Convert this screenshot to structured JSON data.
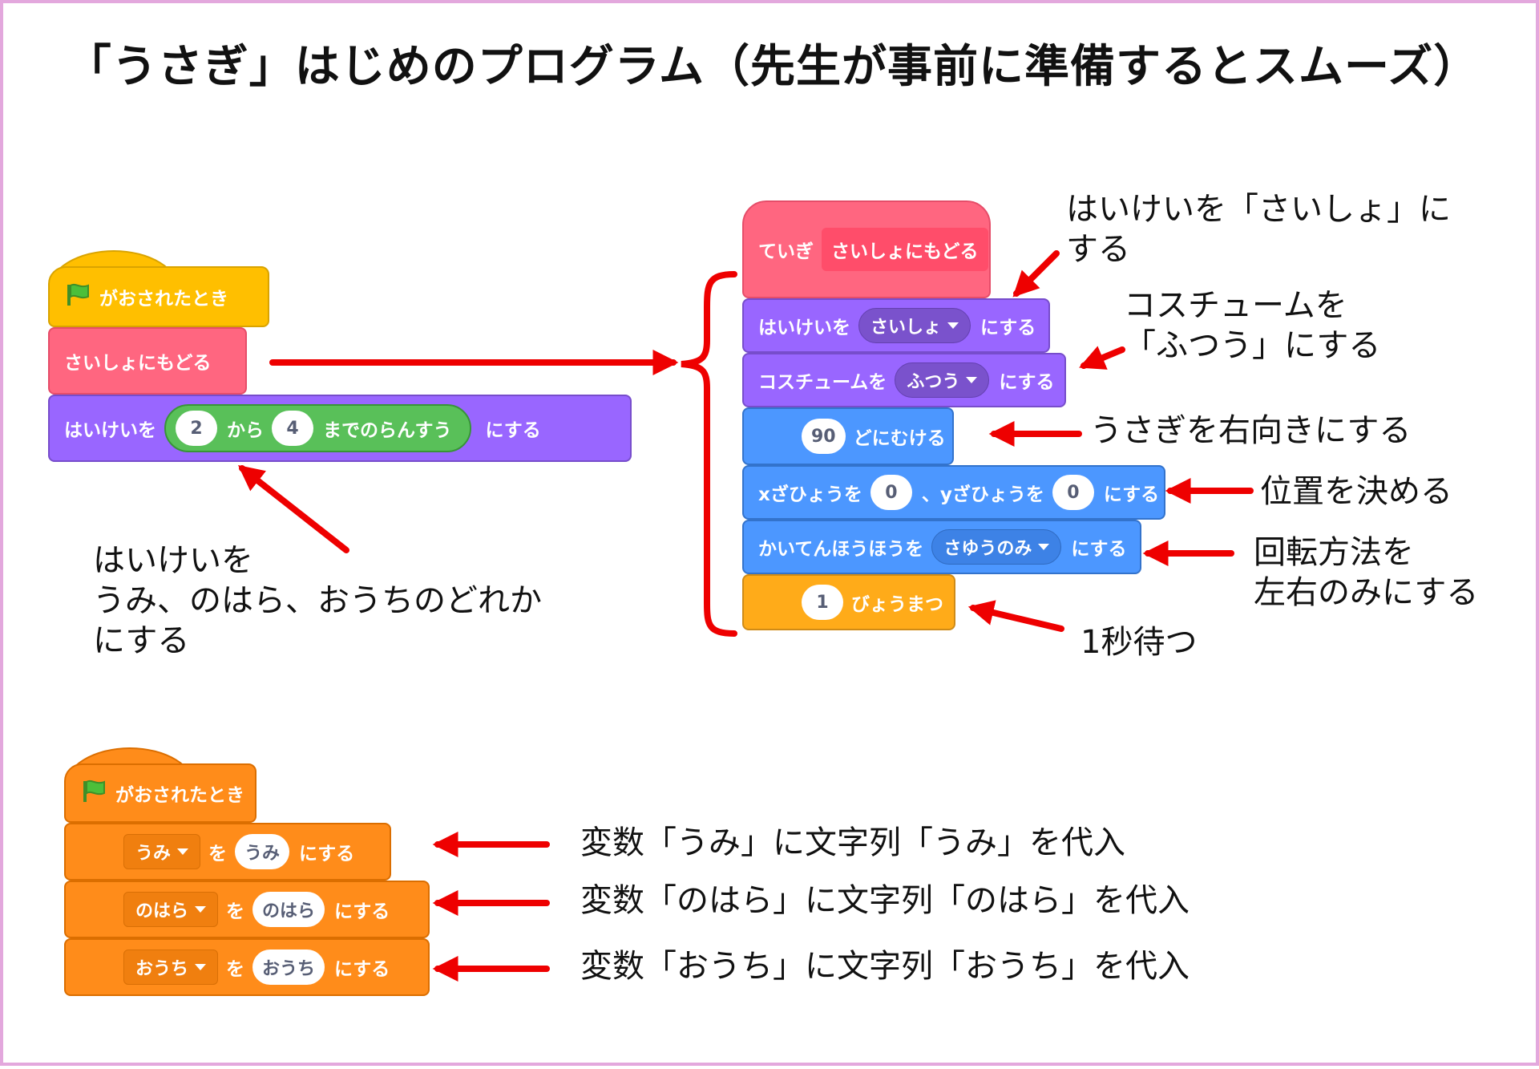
{
  "title": "「うさぎ」はじめのプログラム（先生が事前に準備するとスムーズ）",
  "script1": {
    "hat_label": "がおされたとき",
    "custom_block": "さいしょにもどる",
    "backdrop_prefix": "はいけいを",
    "random_from": "2",
    "random_kara": "から",
    "random_to": "4",
    "random_suffix": "までのらんすう",
    "backdrop_suffix": "にする"
  },
  "script2": {
    "define_label": "ていぎ",
    "define_name": "さいしょにもどる",
    "backdrop_prefix": "はいけいを",
    "backdrop_value": "さいしょ",
    "backdrop_suffix": "にする",
    "costume_prefix": "コスチュームを",
    "costume_value": "ふつう",
    "costume_suffix": "にする",
    "direction_value": "90",
    "direction_label": "どにむける",
    "xy_x_label": "xざひょうを",
    "xy_x_value": "0",
    "xy_y_label": "、yざひょうを",
    "xy_y_value": "0",
    "xy_suffix": "にする",
    "rotation_prefix": "かいてんほうほうを",
    "rotation_value": "さゆうのみ",
    "rotation_suffix": "にする",
    "wait_value": "1",
    "wait_label": "びょうまつ"
  },
  "script3": {
    "hat_label": "がおされたとき",
    "rows": [
      {
        "var": "うみ",
        "wo": "を",
        "value": "うみ",
        "suffix": "にする"
      },
      {
        "var": "のはら",
        "wo": "を",
        "value": "のはら",
        "suffix": "にする"
      },
      {
        "var": "おうち",
        "wo": "を",
        "value": "おうち",
        "suffix": "にする"
      }
    ]
  },
  "notes": {
    "backdrop_reset_1": "はいけいを「さいしょ」に",
    "backdrop_reset_2": "する",
    "costume_1": "コスチュームを",
    "costume_2": "「ふつう」にする",
    "direction": "うさぎを右向きにする",
    "position": "位置を決める",
    "rotation_1": "回転方法を",
    "rotation_2": "左右のみにする",
    "wait": "1秒待つ",
    "random_1": "はいけいを",
    "random_2": "うみ、のはら、おうちのどれか",
    "random_3": "にする",
    "assign_umi": "変数「うみ」に文字列「うみ」を代入",
    "assign_nohara": "変数「のはら」に文字列「のはら」を代入",
    "assign_ouchi": "変数「おうち」に文字列「おうち」を代入"
  },
  "colors": {
    "events": "#ffbf00",
    "looks": "#9966ff",
    "motion": "#4c97ff",
    "control": "#ffab19",
    "my_blocks": "#ff6680",
    "variables": "#ff8c1a",
    "operators": "#59c059",
    "arrow": "#ee0000",
    "frame": "#e3a8dd"
  },
  "icons": [
    "green-flag-icon",
    "dropdown-caret-icon",
    "red-arrow-icon",
    "curly-brace-icon"
  ]
}
